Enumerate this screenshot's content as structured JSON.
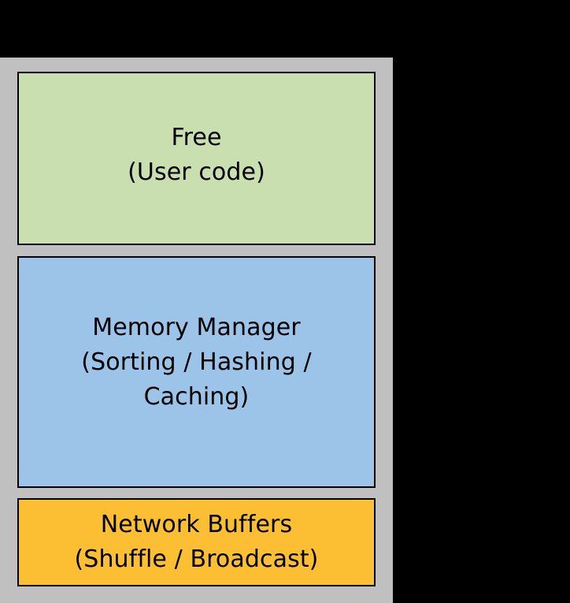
{
  "diagram": {
    "type": "memory-layout",
    "background_color": "#000000",
    "container": {
      "name": "memory-container",
      "fill_color": "#c0c0c0"
    },
    "regions": [
      {
        "id": "free",
        "title": "Free",
        "subtitle": "(User code)",
        "fill_color": "#c9dfb0",
        "border_color": "#000000"
      },
      {
        "id": "memory-manager",
        "title": "Memory Manager",
        "subtitle_line1": "(Sorting / Hashing /",
        "subtitle_line2": "Caching)",
        "fill_color": "#9cc3e8",
        "border_color": "#000000"
      },
      {
        "id": "network-buffers",
        "title": "Network Buffers",
        "subtitle": "(Shuffle / Broadcast)",
        "fill_color": "#fcbe33",
        "border_color": "#000000"
      }
    ]
  }
}
